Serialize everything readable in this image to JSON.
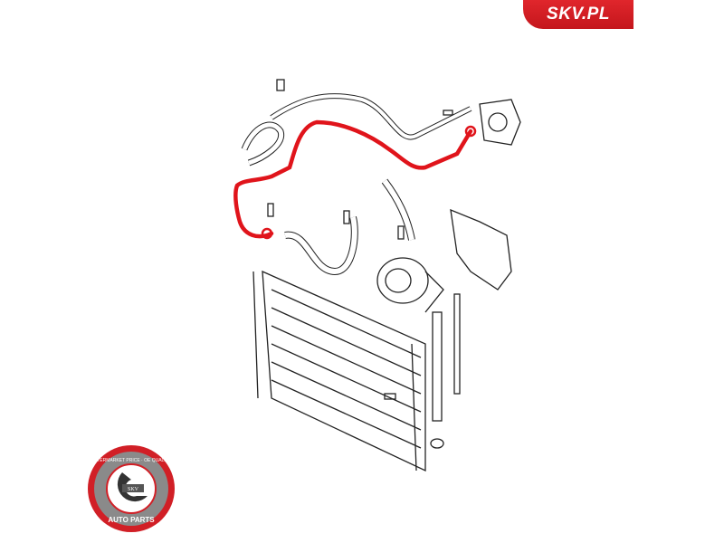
{
  "brand": {
    "label": "SKV.PL",
    "color": "#d11f26"
  },
  "seal": {
    "top_text": "AFTERMARKET PRICE · OE QUALITY",
    "center_text": "SKV",
    "bottom_text": "AUTO PARTS",
    "color": "#d11f26"
  },
  "diagram": {
    "highlight_color": "#e0141b",
    "line_color": "#222222"
  }
}
